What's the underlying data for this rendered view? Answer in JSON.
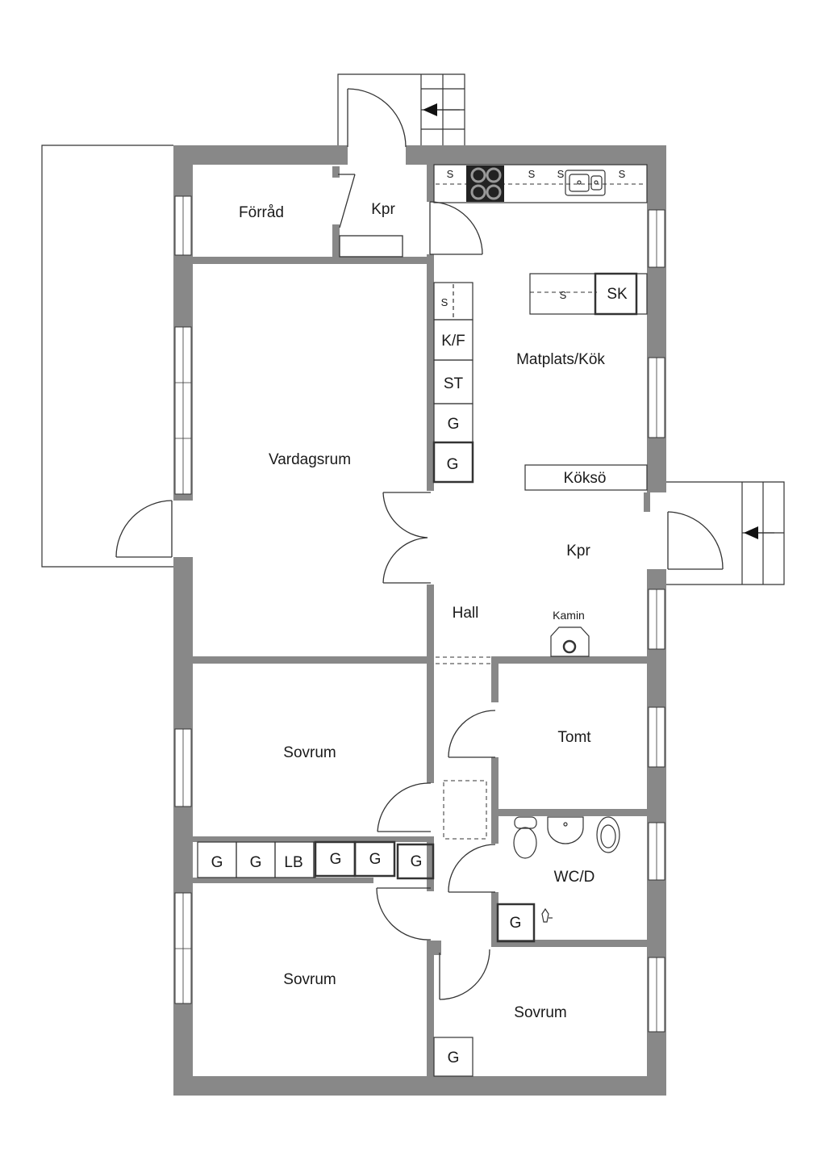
{
  "rooms": {
    "forrad": "Förråd",
    "kpr_top": "Kpr",
    "matplats": "Matplats/Kök",
    "vardagsrum": "Vardagsrum",
    "kpr_east": "Kpr",
    "hall": "Hall",
    "kamin": "Kamin",
    "tomt": "Tomt",
    "sovrum_1": "Sovrum",
    "wcd": "WC/D",
    "sovrum_2": "Sovrum",
    "sovrum_3": "Sovrum"
  },
  "fixtures": {
    "s": "S",
    "sk": "SK",
    "kf": "K/F",
    "st": "ST",
    "g": "G",
    "lb": "LB",
    "koksö": "Köksö"
  },
  "colors": {
    "wall": "#888888",
    "line": "#333333",
    "stove": "#222222"
  }
}
